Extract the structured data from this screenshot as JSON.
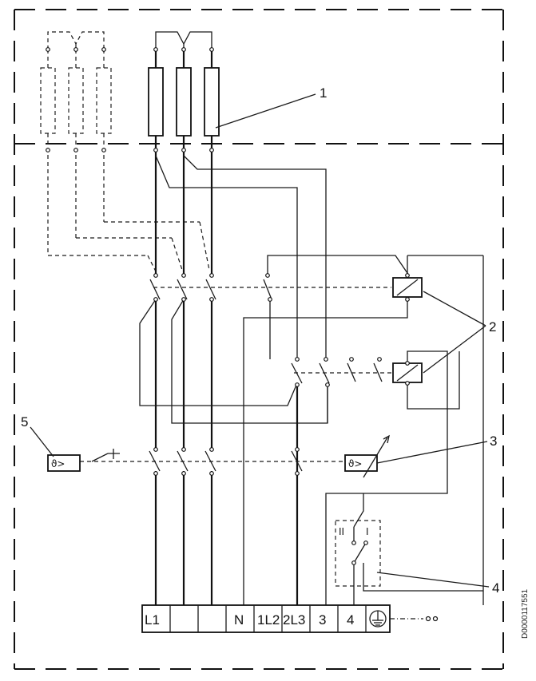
{
  "callouts": {
    "c1": "1",
    "c2": "2",
    "c3": "3",
    "c4": "4",
    "c5": "5"
  },
  "terminals": [
    "L1",
    "",
    "",
    "N",
    "1L2",
    "2L3",
    "3",
    "4"
  ],
  "selector": {
    "pos_2": "II",
    "pos_1": "I"
  },
  "thermostat_symbol": "ϑ>",
  "doc_id": "D0000117551"
}
